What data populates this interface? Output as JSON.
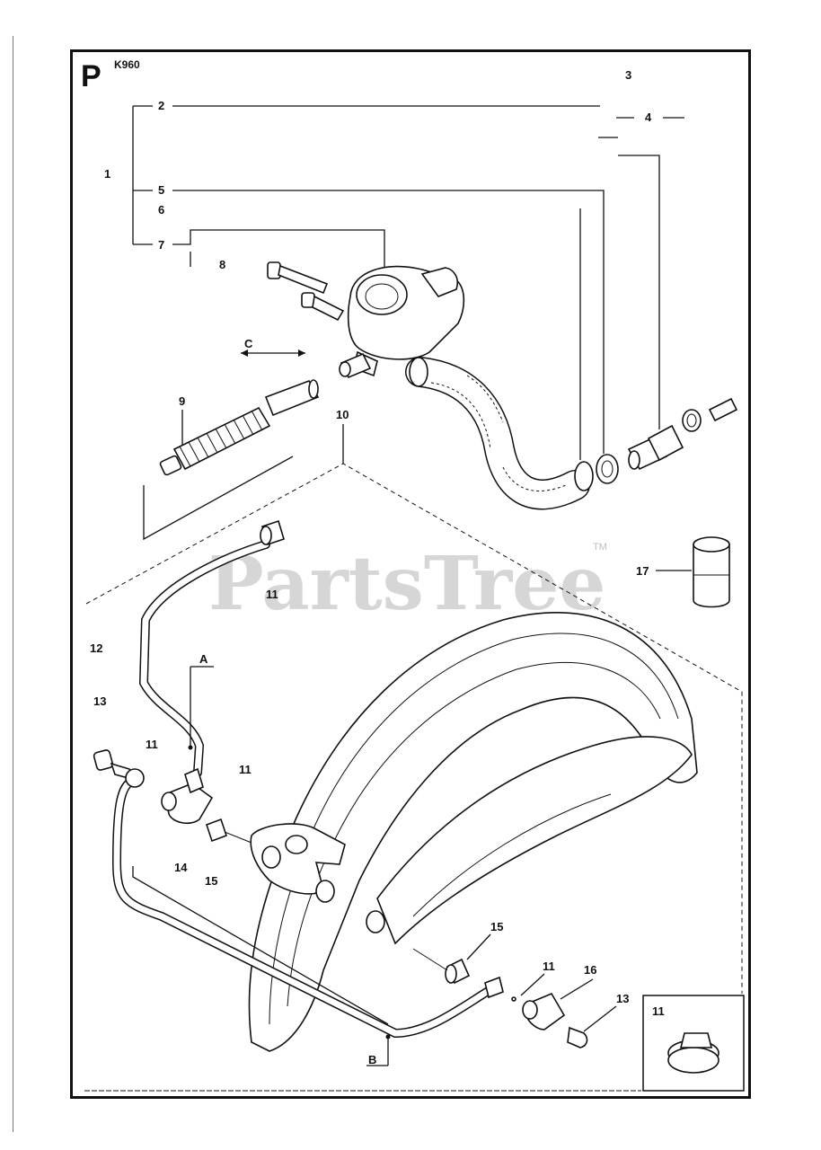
{
  "header": {
    "page_letter": "P",
    "model": "K960"
  },
  "watermark": {
    "text": "PartsTree",
    "mark": "TM"
  },
  "callouts": {
    "c1": "1",
    "c2": "2",
    "c3": "3",
    "c4": "4",
    "c5": "5",
    "c6": "6",
    "c7": "7",
    "c8": "8",
    "c9": "9",
    "c10": "10",
    "c11a": "11",
    "c11b": "11",
    "c11c": "11",
    "c11d": "11",
    "c11inset": "11",
    "c12": "12",
    "c13a": "13",
    "c13b": "13",
    "c14": "14",
    "c15a": "15",
    "c15b": "15",
    "c16": "16",
    "c17": "17"
  },
  "view_letters": {
    "a": "A",
    "b": "B",
    "c": "C"
  }
}
